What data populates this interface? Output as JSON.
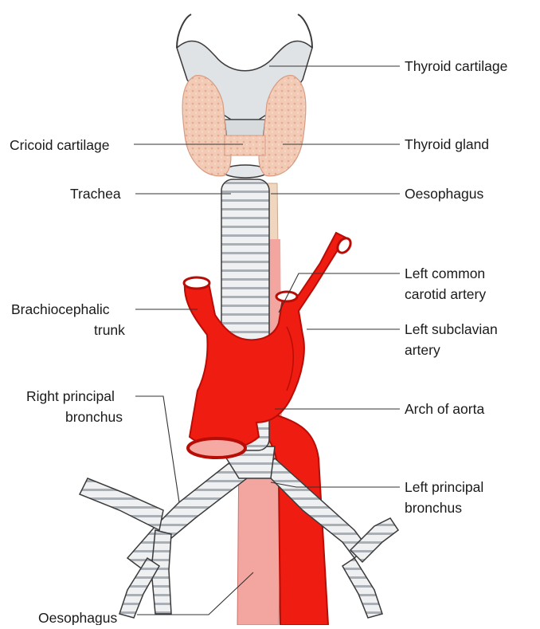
{
  "diagram": {
    "labels": {
      "thyroid_cartilage": "Thyroid cartilage",
      "cricoid_cartilage": "Cricoid cartilage",
      "thyroid_gland": "Thyroid gland",
      "trachea": "Trachea",
      "oesophagus_upper": "Oesophagus",
      "left_common_carotid_1": "Left common",
      "left_common_carotid_2": "carotid artery",
      "brachiocephalic_1": "Brachiocephalic",
      "brachiocephalic_2": "trunk",
      "left_subclavian_1": "Left subclavian",
      "left_subclavian_2": "artery",
      "right_principal_1": "Right principal",
      "right_principal_2": "bronchus",
      "arch_of_aorta": "Arch of aorta",
      "left_principal_1": "Left principal",
      "left_principal_2": "bronchus",
      "oesophagus_lower": "Oesophagus"
    },
    "colors": {
      "artery": "#ee1c11",
      "artery_dark": "#b80d06",
      "oesophagus": "#f3a5a0",
      "cartilage": "#dfe3e6",
      "thyroid_gland": "#f2cbb6",
      "outline": "#3a3a3a"
    }
  }
}
